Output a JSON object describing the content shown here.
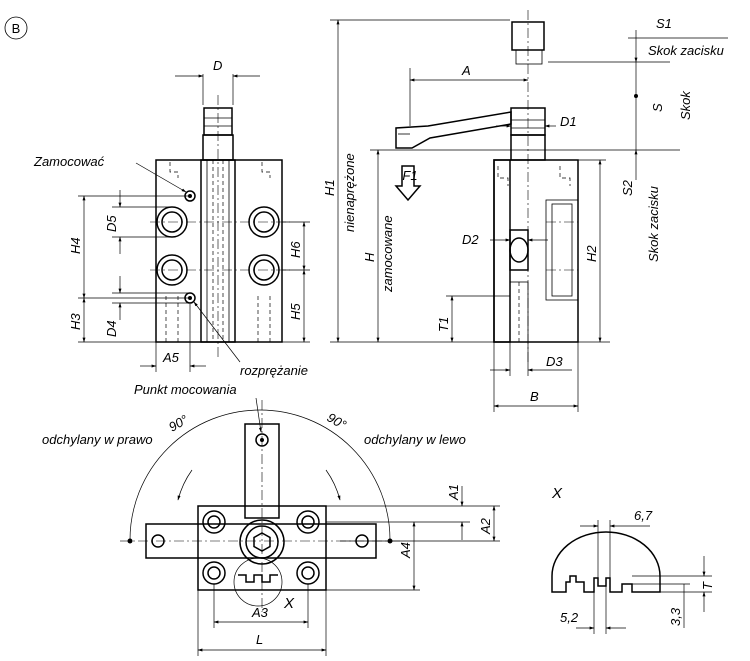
{
  "view_tag": "B",
  "dimensions": {
    "D": "D",
    "A": "A",
    "S1": "S1",
    "S": "S",
    "S2": "S2",
    "D1": "D1",
    "F1": "F1",
    "H1": "H1",
    "H": "H",
    "H2": "H2",
    "H3": "H3",
    "H4": "H4",
    "H5": "H5",
    "H6": "H6",
    "D2": "D2",
    "D3": "D3",
    "D4": "D4",
    "D5": "D5",
    "T1": "T1",
    "A5": "A5",
    "B": "B",
    "A1": "A1",
    "A2": "A2",
    "A3": "A3",
    "A4": "A4",
    "L": "L",
    "X": "X",
    "T": "T"
  },
  "labels": {
    "zamocowac": "Zamocować",
    "rozprezanie": "rozprężanie",
    "nienaprezone": "nienaprężone",
    "zamocowane": "zamocowane",
    "skok_zacisku_top": "Skok zacisku",
    "skok": "Skok",
    "skok_zacisku_side": "Skok zacisku",
    "punkt_mocowania": "Punkt mocowania",
    "odchylany_w_prawo": "odchylany w prawo",
    "odchylany_w_lewo": "odchylany w lewo",
    "angle_left": "90°",
    "angle_right": "90°",
    "detail_x": "X"
  },
  "detail_values": {
    "slot_width": "6,7",
    "slot_bottom": "5,2",
    "depth": "3,3"
  }
}
